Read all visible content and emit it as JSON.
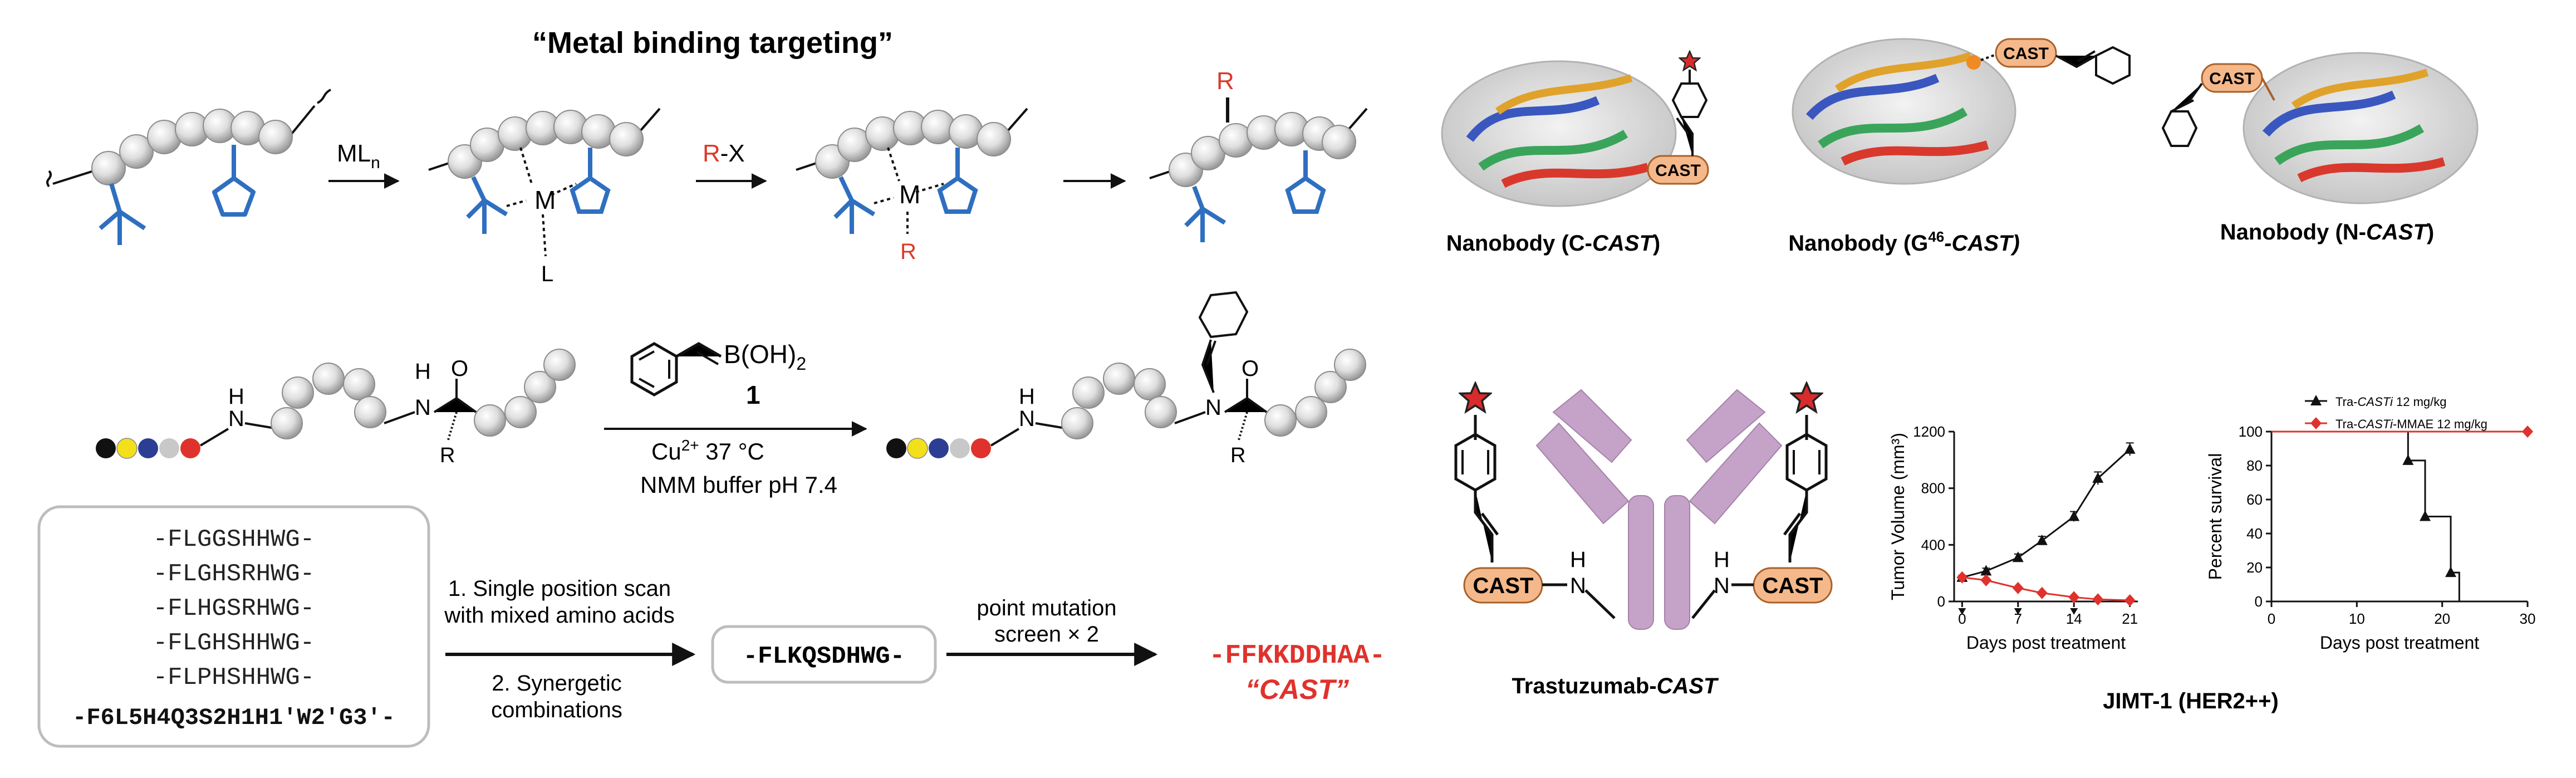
{
  "panel_a": {
    "title": "“Metal binding targeting”",
    "step1_reagent": "ML",
    "step1_reagent_sub": "n",
    "metal": "M",
    "ligand": "L",
    "step2_reagent_r": "R",
    "step2_reagent_x": "-X",
    "r_group": "R"
  },
  "panel_b": {
    "boronic": "B(OH)",
    "boronic_sub": "2",
    "compound": "1",
    "conditions_1_pre": "Cu",
    "conditions_1_sup": "2+",
    "conditions_1_post": " 37 °C",
    "conditions_2": "NMM buffer pH 7.4",
    "atom_n": "N",
    "atom_h": "H",
    "atom_o": "O",
    "atom_r": "R"
  },
  "panel_c": {
    "sequences": [
      "-FLGGSHHWG-",
      "-FLGHSRHWG-",
      "-FLHGSRHWG-",
      "-FLGHSHHWG-",
      "-FLPHSHHWG-"
    ],
    "consensus": "-F6L5H4Q3S2H1H1'W2'G3'-",
    "step1_line1": "1. Single position scan",
    "step1_line2": "with mixed amino acids",
    "step2_line1": "2. Synergetic",
    "step2_line2": "combinations",
    "intermediate": "-FLKQSDHWG-",
    "mutation_line1": "point mutation",
    "mutation_line2": "screen × 2",
    "final_seq": "-FFKKDDHAA-",
    "final_name": "“CAST”"
  },
  "panel_d": {
    "tag": "CAST",
    "labels": [
      {
        "pre": "Nanobody (C-",
        "italic": "CAST",
        "post": ")",
        "sup": ""
      },
      {
        "pre": "Nanobody (G",
        "sup": "46",
        "italic": "-CAST)",
        "post": ""
      },
      {
        "pre": "Nanobody (N-",
        "italic": "CAST",
        "post": ")",
        "sup": ""
      }
    ]
  },
  "panel_e": {
    "tag": "CAST",
    "atom_n": "N",
    "atom_h": "H",
    "label_pre": "Trastuzumab-",
    "label_italic": "CAST"
  },
  "panel_f": {
    "footer": "JIMT-1 (HER2++)",
    "colors": {
      "treated": "#e0322c",
      "control": "#111111",
      "cast_orange": "#f5b88a",
      "antibody": "#c5a3c8"
    }
  },
  "chart_data": [
    {
      "type": "line",
      "xlabel": "Days post treatment",
      "ylabel": "Tumor Volume (mm³)",
      "xticks": [
        0,
        7,
        14,
        21
      ],
      "yticks": [
        0,
        400,
        800,
        1200
      ],
      "xlim": [
        -1,
        22
      ],
      "ylim": [
        0,
        1200
      ],
      "dose_arrows_at": [
        0,
        7,
        14
      ],
      "series": [
        {
          "color": "#111111",
          "marker": "triangle",
          "x": [
            0,
            3,
            7,
            10,
            14,
            17,
            21
          ],
          "y": [
            170,
            215,
            310,
            430,
            600,
            870,
            1075
          ],
          "err": [
            15,
            20,
            25,
            30,
            35,
            45,
            45
          ]
        },
        {
          "color": "#e0322c",
          "marker": "diamond",
          "x": [
            0,
            3,
            7,
            10,
            14,
            17,
            21
          ],
          "y": [
            170,
            150,
            95,
            60,
            30,
            15,
            8
          ],
          "err": [
            15,
            12,
            10,
            8,
            6,
            5,
            4
          ]
        }
      ]
    },
    {
      "type": "line",
      "xlabel": "Days post treatment",
      "ylabel": "Percent survival",
      "xticks": [
        0,
        10,
        20,
        30
      ],
      "yticks": [
        0,
        20,
        40,
        60,
        80,
        100
      ],
      "xlim": [
        0,
        30
      ],
      "ylim": [
        0,
        100
      ],
      "legend": "top-left",
      "series": [
        {
          "name_pre": "Tra-",
          "name_italic": "CASTi",
          "name_post": " 12 mg/kg",
          "color": "#111111",
          "marker": "triangle",
          "step": [
            [
              0,
              100
            ],
            [
              16,
              100
            ],
            [
              16,
              83
            ],
            [
              18,
              83
            ],
            [
              18,
              50
            ],
            [
              21,
              50
            ],
            [
              21,
              17
            ],
            [
              22,
              17
            ],
            [
              22,
              0
            ]
          ],
          "markers": [
            [
              16,
              83
            ],
            [
              18,
              50
            ],
            [
              21,
              17
            ]
          ]
        },
        {
          "name_pre": "Tra-",
          "name_italic": "CASTi",
          "name_post": "-MMAE 12 mg/kg",
          "color": "#e0322c",
          "marker": "diamond",
          "step": [
            [
              0,
              100
            ],
            [
              30,
              100
            ]
          ],
          "markers": [
            [
              30,
              100
            ]
          ]
        }
      ]
    }
  ]
}
